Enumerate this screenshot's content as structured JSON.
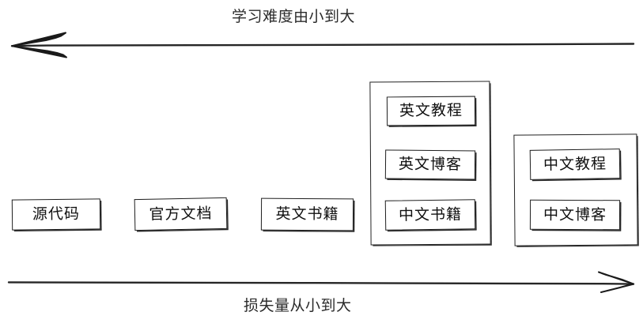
{
  "diagram": {
    "top_axis": {
      "label": "学习难度由小到大",
      "direction": "left",
      "icon": "left-arrow-icon"
    },
    "bottom_axis": {
      "label": "损失量从小到大",
      "direction": "right",
      "icon": "right-arrow-icon"
    },
    "items": [
      {
        "label": "源代码"
      },
      {
        "label": "官方文档"
      },
      {
        "label": "英文书籍"
      }
    ],
    "groups": [
      {
        "items": [
          {
            "label": "英文教程"
          },
          {
            "label": "英文博客"
          },
          {
            "label": "中文书籍"
          }
        ]
      },
      {
        "items": [
          {
            "label": "中文教程"
          },
          {
            "label": "中文博客"
          }
        ]
      }
    ],
    "colors": {
      "stroke": "#1f1f1f",
      "text": "#101010",
      "background": "#ffffff"
    }
  }
}
